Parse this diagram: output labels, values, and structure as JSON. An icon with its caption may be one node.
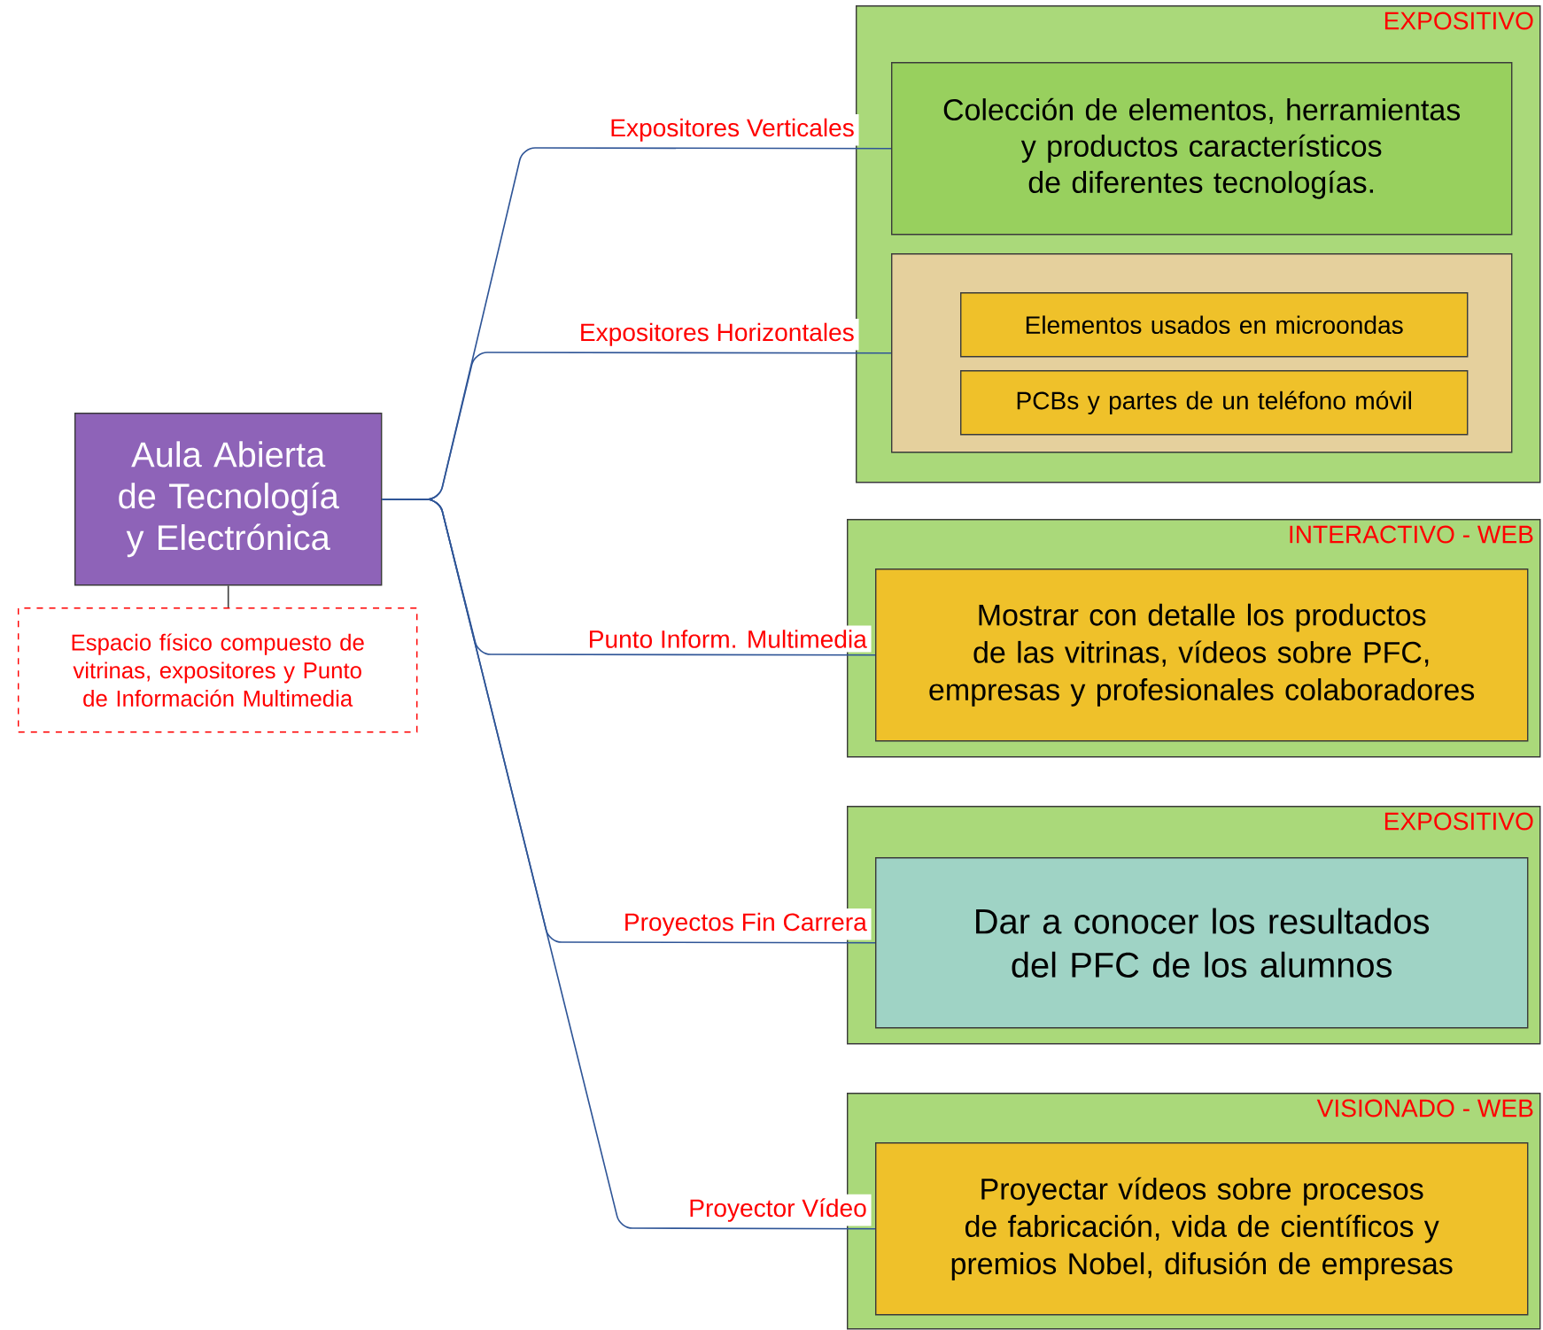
{
  "diagram": {
    "nodes": [
      {
        "text": [
          "Aula Abierta de Tecnología y Electrónica"
        ]
      },
      {
        "text": [
          "Espacio físico compuesto de vitrinas, expositores y Punto de Información Multimedia"
        ]
      },
      {
        "text": [
          "EXPOSITIVO"
        ]
      },
      {
        "text": [
          "Colección de elementos, herramientas y productos característicos de diferentes tecnologías."
        ],
        "in": 2
      },
      {
        "text": [],
        "shape": "box",
        "in": 2
      },
      {
        "text": [
          "Elementos usados en microondas"
        ],
        "in": 4
      },
      {
        "text": [
          "PCBs y partes de un teléfono móvil"
        ],
        "in": 4
      },
      {
        "text": [
          "INTERACTIVO - WEB"
        ]
      },
      {
        "text": [
          "Mostrar con detalle los productos de las vitrinas, vídeos sobre PFC, empresas y profesionales colaboradores"
        ],
        "in": 7
      },
      {
        "text": [
          "EXPOSITIVO"
        ]
      },
      {
        "text": [
          "Dar a conocer los resultados del PFC de los alumnos"
        ],
        "in": 9
      },
      {
        "text": [
          "VISIONADO - WEB"
        ]
      },
      {
        "text": [
          "Proyectar vídeos sobre procesos de fabricación, vida de científicos y premios Nobel, difusión de empresas"
        ],
        "in": 11
      }
    ],
    "edges": [
      {
        "from": 0,
        "to": 1,
        "arrow": "none",
        "color": "#404040"
      },
      {
        "from": 0,
        "to": 3,
        "arrow": "none",
        "label": "Expositores Verticales"
      },
      {
        "from": 0,
        "to": 4,
        "arrow": "none",
        "label": "Expositores Horizontales"
      },
      {
        "from": 0,
        "to": 8,
        "arrow": "none",
        "label": "Punto Inform. Multimedia"
      },
      {
        "from": 0,
        "to": 10,
        "arrow": "none",
        "label": "Proyectos Fin Carrera"
      },
      {
        "from": 0,
        "to": 12,
        "arrow": "none",
        "label": "Proyector Vídeo"
      }
    ]
  }
}
